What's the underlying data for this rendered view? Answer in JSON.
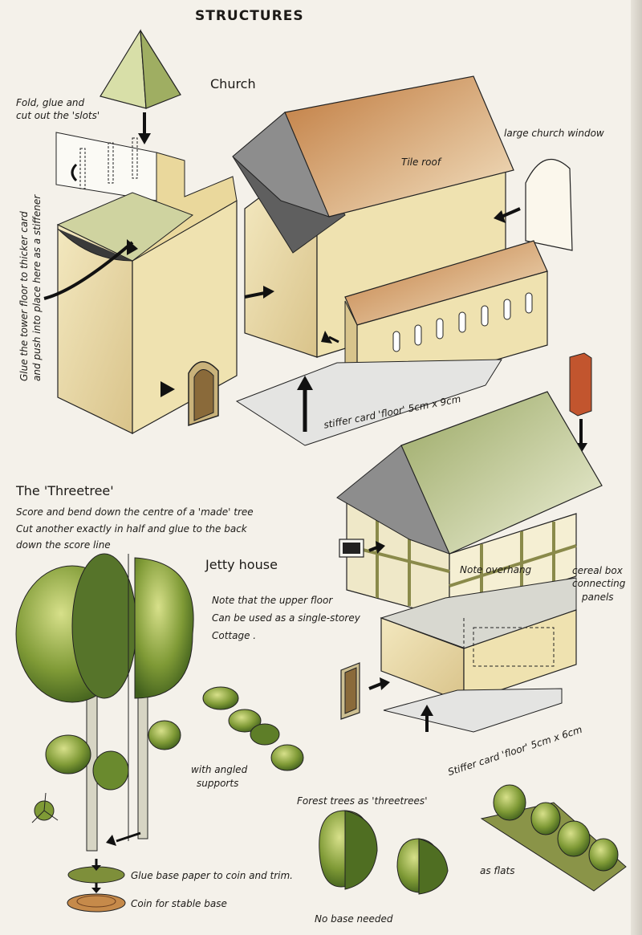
{
  "page": {
    "heading": "STRUCTURES"
  },
  "church": {
    "title": "Church",
    "fold_note_line1": "Fold, glue and",
    "fold_note_line2": "cut out the 'slots'",
    "window_label": "large church window",
    "roof_label": "Tile roof",
    "tower_note_line1": "Glue the tower floor to thicker card",
    "tower_note_line2": "and push into place here as a stiffener",
    "floor_label": "stiffer card 'floor' 5cm x 9cm"
  },
  "threetree": {
    "title": "The 'Threetree'",
    "line1": "Score and bend down the centre of a 'made' tree",
    "line2": "Cut another exactly in half and glue to the back",
    "line3": "down the score line",
    "angled_line1": "with angled",
    "angled_line2": "supports",
    "glue_base": "Glue base paper to coin and trim.",
    "coin": "Coin for stable base"
  },
  "jetty": {
    "title": "Jetty house",
    "note_line1": "Note that the upper floor",
    "note_line2": "Can be used as a single-storey",
    "note_line3": "Cottage .",
    "overhang": "Note overhang",
    "cereal_line1": "cereal box",
    "cereal_line2": "connecting",
    "cereal_line3": "panels",
    "floor_label": "Stiffer card 'floor' 5cm x 6cm"
  },
  "forest": {
    "title": "Forest trees as 'threetrees'",
    "no_base": "No base needed",
    "flats": "as flats"
  },
  "colors": {
    "stone": "#e8d9a4",
    "roof": "#c9864a",
    "tree_green": "#6f8f2f",
    "ink": "#1c1a17"
  }
}
